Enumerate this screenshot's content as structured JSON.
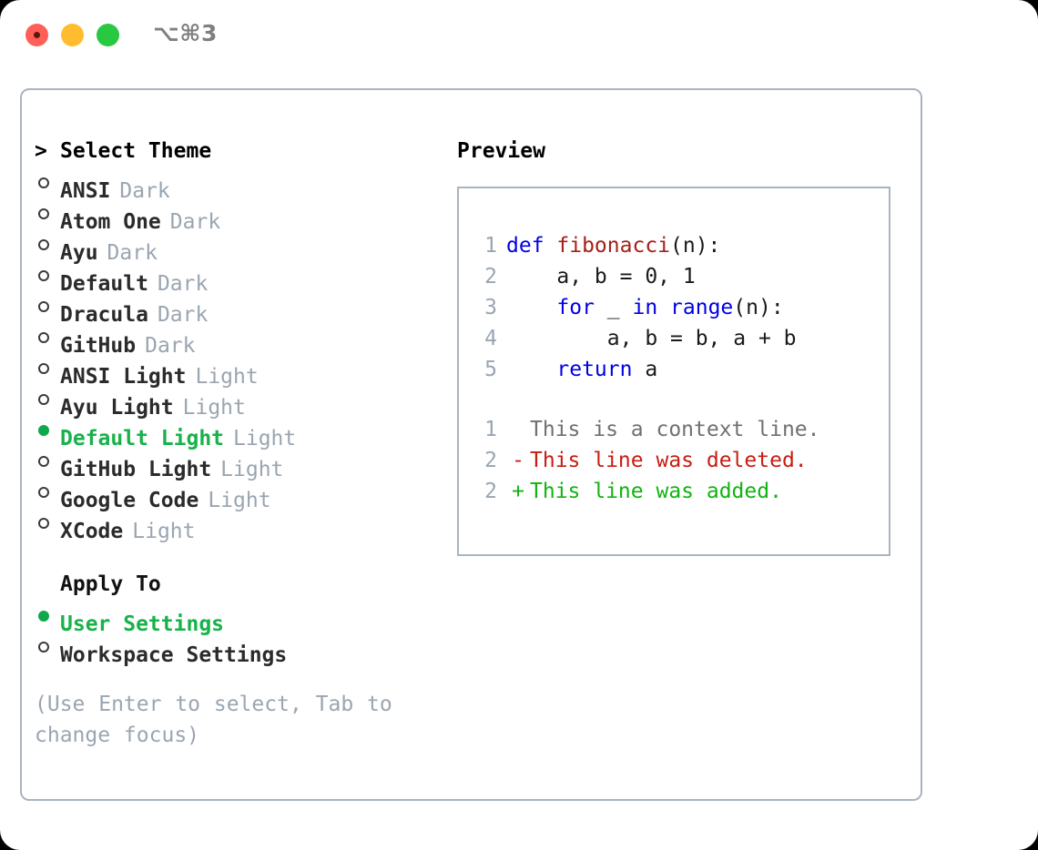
{
  "window": {
    "shortcut": "⌥⌘3",
    "traffic_lights": [
      "close",
      "minimize",
      "maximize"
    ],
    "colors": {
      "close": "#FF5F57",
      "minimize": "#FEBC2E",
      "maximize": "#28C840",
      "accent_green": "#18B24B",
      "muted": "#9AA5B1",
      "border": "#aab4c0"
    }
  },
  "theme_list": {
    "header_prompt": ">",
    "header": "Select Theme",
    "items": [
      {
        "marker": "○",
        "name": "ANSI",
        "category": "Dark",
        "selected": false
      },
      {
        "marker": "○",
        "name": "Atom One",
        "category": "Dark",
        "selected": false
      },
      {
        "marker": "○",
        "name": "Ayu",
        "category": "Dark",
        "selected": false
      },
      {
        "marker": "○",
        "name": "Default",
        "category": "Dark",
        "selected": false
      },
      {
        "marker": "○",
        "name": "Dracula",
        "category": "Dark",
        "selected": false
      },
      {
        "marker": "○",
        "name": "GitHub",
        "category": "Dark",
        "selected": false
      },
      {
        "marker": "○",
        "name": "ANSI Light",
        "category": "Light",
        "selected": false
      },
      {
        "marker": "○",
        "name": "Ayu Light",
        "category": "Light",
        "selected": false
      },
      {
        "marker": "●",
        "name": "Default Light",
        "category": "Light",
        "selected": true
      },
      {
        "marker": "○",
        "name": "GitHub Light",
        "category": "Light",
        "selected": false
      },
      {
        "marker": "○",
        "name": "Google Code",
        "category": "Light",
        "selected": false
      },
      {
        "marker": "○",
        "name": "XCode",
        "category": "Light",
        "selected": false
      }
    ]
  },
  "apply_to": {
    "label": "Apply To",
    "options": [
      {
        "marker": "●",
        "name": "User Settings",
        "selected": true
      },
      {
        "marker": "○",
        "name": "Workspace Settings",
        "selected": false
      }
    ]
  },
  "hint": "(Use Enter to select, Tab to change focus)",
  "preview": {
    "title": "Preview",
    "code_lines": [
      {
        "number": "1",
        "tokens": [
          {
            "text": "def ",
            "style": "kw"
          },
          {
            "text": "fibonacci",
            "style": "fn"
          },
          {
            "text": "(n):",
            "style": "pl"
          }
        ]
      },
      {
        "number": "2",
        "tokens": [
          {
            "text": "    a, b = 0, 1",
            "style": "pl"
          }
        ]
      },
      {
        "number": "3",
        "tokens": [
          {
            "text": "    ",
            "style": "pl"
          },
          {
            "text": "for",
            "style": "kw"
          },
          {
            "text": " _ ",
            "style": "pl"
          },
          {
            "text": "in",
            "style": "kw"
          },
          {
            "text": " ",
            "style": "pl"
          },
          {
            "text": "range",
            "style": "bi"
          },
          {
            "text": "(n):",
            "style": "pl"
          }
        ]
      },
      {
        "number": "4",
        "tokens": [
          {
            "text": "        a, b = b, a + b",
            "style": "pl"
          }
        ]
      },
      {
        "number": "5",
        "tokens": [
          {
            "text": "    ",
            "style": "pl"
          },
          {
            "text": "return",
            "style": "kw"
          },
          {
            "text": " a",
            "style": "pl"
          }
        ]
      }
    ],
    "diff_lines": [
      {
        "number": "1",
        "sign": " ",
        "text": "This is a context line.",
        "kind": "context"
      },
      {
        "number": "2",
        "sign": "-",
        "text": "This line was deleted.",
        "kind": "deleted"
      },
      {
        "number": "2",
        "sign": "+",
        "text": "This line was added.",
        "kind": "added"
      }
    ]
  }
}
